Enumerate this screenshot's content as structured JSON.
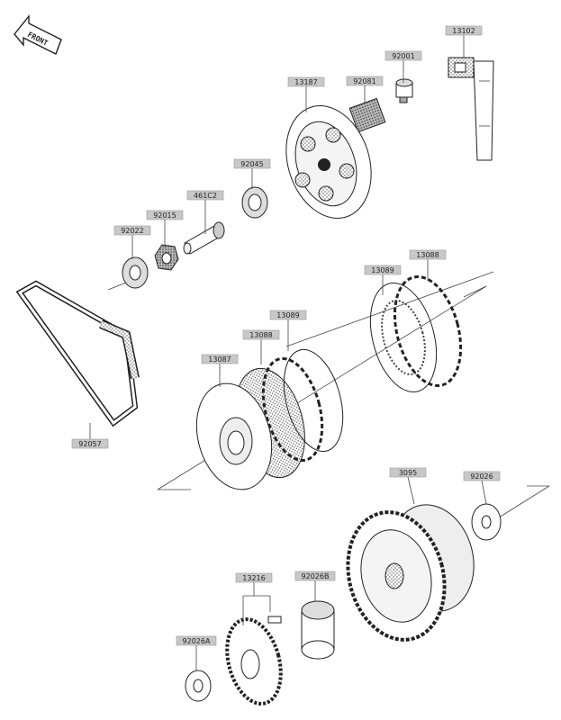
{
  "front_badge": "FRONT",
  "labels": [
    {
      "id": "l13102",
      "text": "13102"
    },
    {
      "id": "l92001",
      "text": "92001"
    },
    {
      "id": "l92081",
      "text": "92081"
    },
    {
      "id": "l13187",
      "text": "13187"
    },
    {
      "id": "l92045",
      "text": "92045"
    },
    {
      "id": "l461c2",
      "text": "461C2"
    },
    {
      "id": "l92015",
      "text": "92015"
    },
    {
      "id": "l92022",
      "text": "92022"
    },
    {
      "id": "l13088a",
      "text": "13088"
    },
    {
      "id": "l13089a",
      "text": "13089"
    },
    {
      "id": "l13089b",
      "text": "13089"
    },
    {
      "id": "l13088b",
      "text": "13088"
    },
    {
      "id": "l13087",
      "text": "13087"
    },
    {
      "id": "l92057",
      "text": "92057"
    },
    {
      "id": "l3095",
      "text": "3095"
    },
    {
      "id": "l92026",
      "text": "92026"
    },
    {
      "id": "l13216",
      "text": "13216"
    },
    {
      "id": "l92026b",
      "text": "92026B"
    },
    {
      "id": "l92026a",
      "text": "92026A"
    }
  ]
}
